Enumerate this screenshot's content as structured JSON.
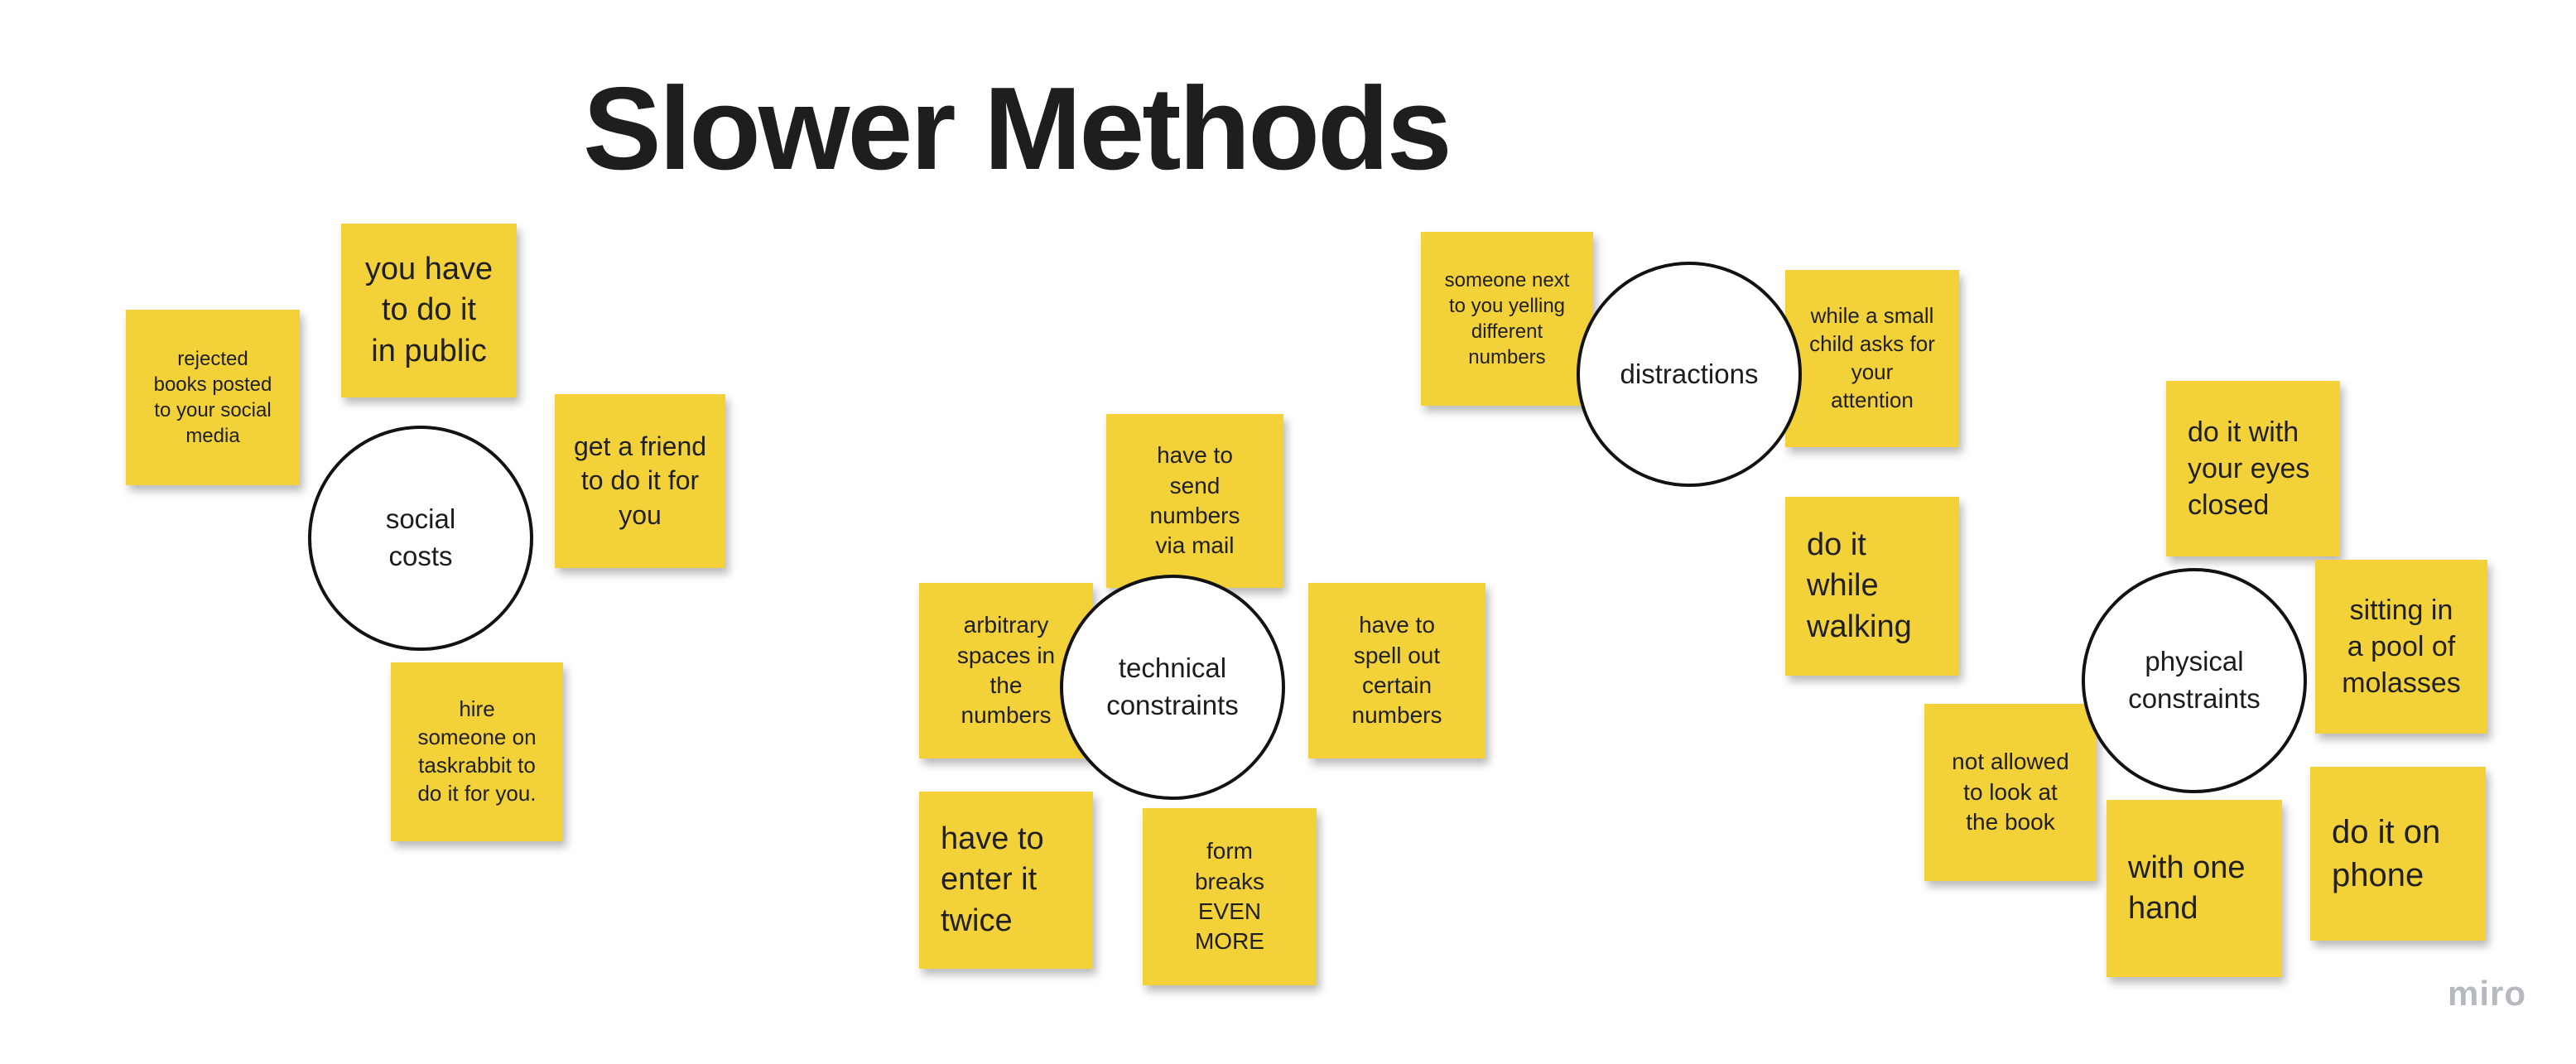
{
  "board": {
    "title": "Slower Methods",
    "watermark": "miro"
  },
  "colors": {
    "sticky_yellow": "#f3d139",
    "circle_fill": "#ffffff",
    "circle_border": "#121212",
    "title_color": "#1d1e20",
    "watermark_gray": "#b6b9bf"
  },
  "clusters": [
    {
      "name": "social costs",
      "circle_label": "social\ncosts",
      "notes": [
        {
          "text": "rejected\nbooks posted\nto your social\nmedia"
        },
        {
          "text": "you have\nto do it\nin public"
        },
        {
          "text": "get a friend\nto do it for\nyou"
        },
        {
          "text": "hire\nsomeone on\ntaskrabbit to\ndo it for you."
        }
      ]
    },
    {
      "name": "technical constraints",
      "circle_label": "technical\nconstraints",
      "notes": [
        {
          "text": "have to\nsend\nnumbers\nvia mail"
        },
        {
          "text": "arbitrary\nspaces in\nthe\nnumbers"
        },
        {
          "text": "have to\nspell out\ncertain\nnumbers"
        },
        {
          "text": "have to\nenter it\ntwice"
        },
        {
          "text": "form\nbreaks\nEVEN\nMORE"
        }
      ]
    },
    {
      "name": "distractions",
      "circle_label": "distractions",
      "notes": [
        {
          "text": "someone next\nto you yelling\ndifferent\nnumbers"
        },
        {
          "text": "while a small\nchild asks for\nyour\nattention"
        }
      ]
    },
    {
      "name": "physical constraints",
      "circle_label": "physical\nconstraints",
      "notes": [
        {
          "text": "do it with\nyour eyes\nclosed"
        },
        {
          "text": "do it\nwhile\nwalking"
        },
        {
          "text": "sitting in\na pool of\nmolasses"
        },
        {
          "text": "not allowed\nto look at\nthe book"
        },
        {
          "text": "with one\nhand"
        },
        {
          "text": "do it on\nphone"
        }
      ]
    }
  ]
}
